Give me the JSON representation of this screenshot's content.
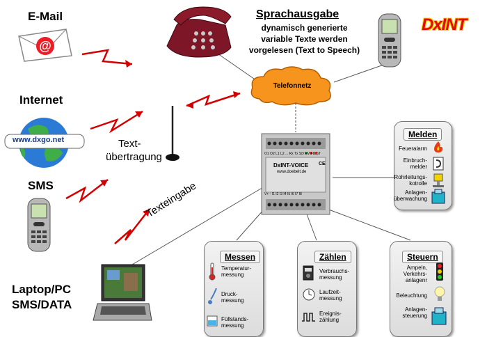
{
  "colors": {
    "accent_red": "#d40000",
    "cloud_orange": "#f7941d",
    "phone_red": "#8b1a2a",
    "logo_red": "#e30613",
    "logo_yellow": "#ffd400"
  },
  "left_column": {
    "email": "E-Mail",
    "internet": "Internet",
    "internet_url": "www.dxgo.net",
    "sms": "SMS",
    "laptop_line1": "Laptop/PC",
    "laptop_line2": "SMS/DATA"
  },
  "speech": {
    "title": "Sprachausgabe",
    "line1": "dynamisch generierte",
    "line2": "variable Texte werden",
    "line3": "vorgelesen (Text to Speech)"
  },
  "logo": "DxINT",
  "cloud_label": "Telefonnetz",
  "text_transfer": {
    "line1": "Text-",
    "line2": "übertragung"
  },
  "text_input": "Texteingabe",
  "device": {
    "name": "DxINT-VOICE",
    "url": "www.doebelt.de",
    "ce": "CE",
    "top_terminals": "O1 O2 L1 L2 ... Rx Tx SD RV FD ST",
    "bottom_terminals": "V+ - I1 I2 I3 I4 I5 I6 I7 I8"
  },
  "melden": {
    "title": "Melden",
    "items": [
      {
        "label": "Feueralarm",
        "icon": "fire-icon"
      },
      {
        "label": "Einbruch-\nmelder",
        "icon": "door-sensor-icon"
      },
      {
        "label": "Rohrleitungs-\nkotrolle",
        "icon": "pipe-valve-icon"
      },
      {
        "label": "Anlagen-\nüberwachung",
        "icon": "machine-icon"
      }
    ]
  },
  "messen": {
    "title": "Messen",
    "items": [
      {
        "label": "Temperatur-\nmessung",
        "icon": "thermometer-icon"
      },
      {
        "label": "Druck-\nmessung",
        "icon": "pressure-gauge-icon"
      },
      {
        "label": "Füllstands-\nmessung",
        "icon": "water-level-icon"
      }
    ]
  },
  "zaehlen": {
    "title": "Zählen",
    "items": [
      {
        "label": "Verbrauchs-\nmessung",
        "icon": "meter-icon"
      },
      {
        "label": "Laufzeit-\nmessung",
        "icon": "clock-icon"
      },
      {
        "label": "Ereignis-\nzählung",
        "icon": "pulse-icon"
      }
    ]
  },
  "steuern": {
    "title": "Steuern",
    "items": [
      {
        "label": "Ampeln,\nVerkehrs-\nanlagenr",
        "icon": "traffic-light-icon"
      },
      {
        "label": "Beleuchtung",
        "icon": "light-bulb-icon"
      },
      {
        "label": "Anlagen-\nsteuerung",
        "icon": "machine-icon"
      }
    ]
  }
}
